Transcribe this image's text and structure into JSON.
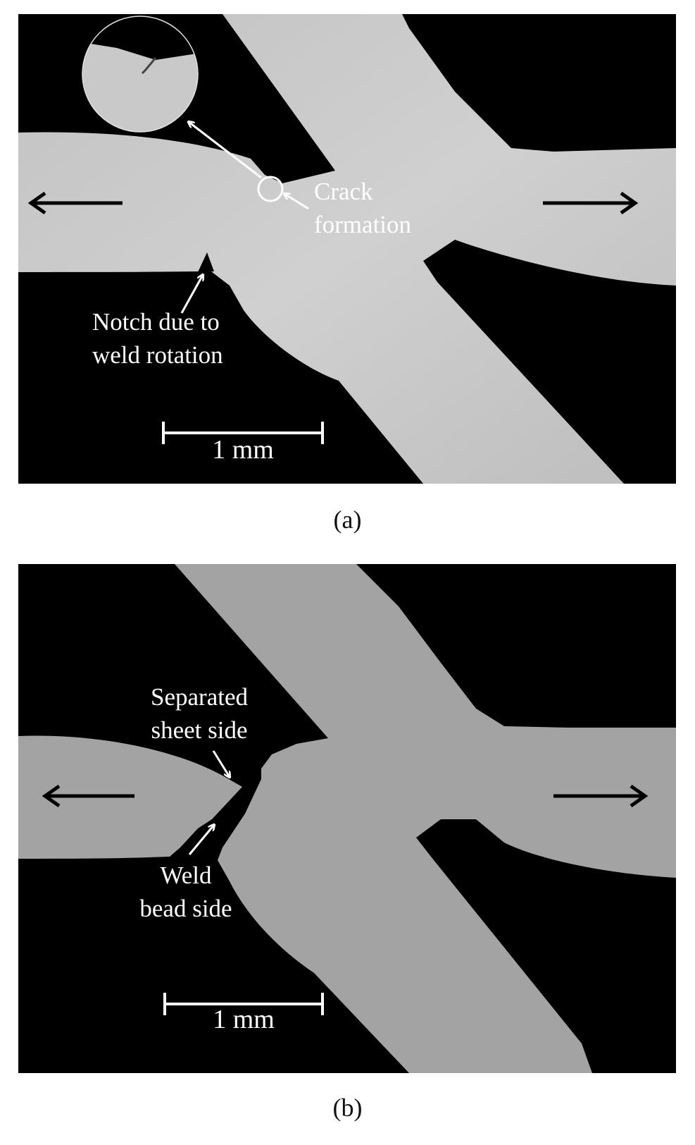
{
  "panels": [
    {
      "id": "a",
      "caption": "(a)",
      "annotations": {
        "crack_line1": "Crack",
        "crack_line2": "formation",
        "notch_line1": "Notch due to",
        "notch_line2": "weld rotation"
      },
      "scale_bar": "1 mm"
    },
    {
      "id": "b",
      "caption": "(b)",
      "annotations": {
        "separated_line1": "Separated",
        "separated_line2": "sheet side",
        "weld_line1": "Weld",
        "weld_line2": "bead side"
      },
      "scale_bar": "1 mm"
    }
  ],
  "colors": {
    "background": "#000000",
    "metal_a": "#c9c9c9",
    "metal_b": "#a3a3a3",
    "annotation": "#ffffff"
  }
}
